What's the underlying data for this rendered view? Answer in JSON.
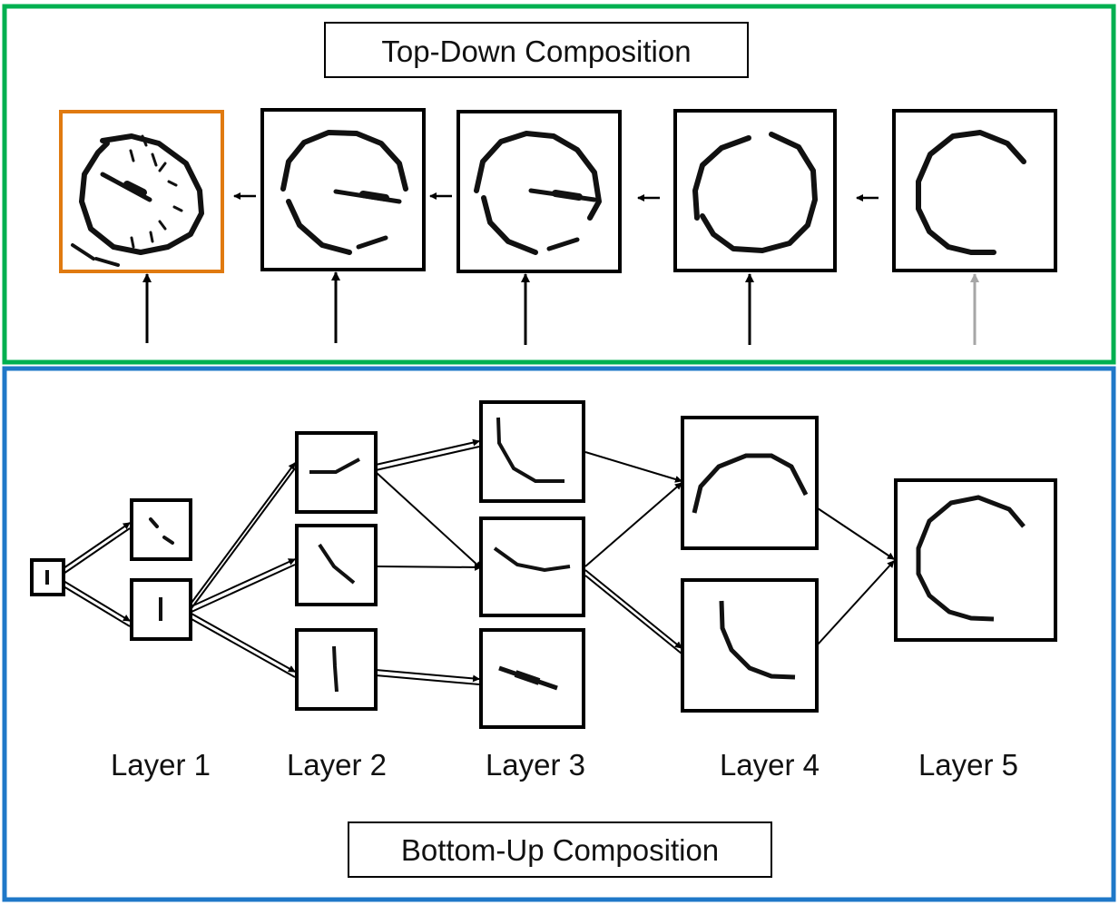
{
  "top_panel": {
    "title": "Top-Down Composition",
    "border_color": "#00b050",
    "highlight_color": "#e07a10",
    "faded_arrow_color": "#a6a6a6"
  },
  "bottom_panel": {
    "title": "Bottom-Up Composition",
    "border_color": "#1f78c8",
    "layers": [
      {
        "label": "Layer 1"
      },
      {
        "label": "Layer 2"
      },
      {
        "label": "Layer 3"
      },
      {
        "label": "Layer 4"
      },
      {
        "label": "Layer 5"
      }
    ]
  }
}
